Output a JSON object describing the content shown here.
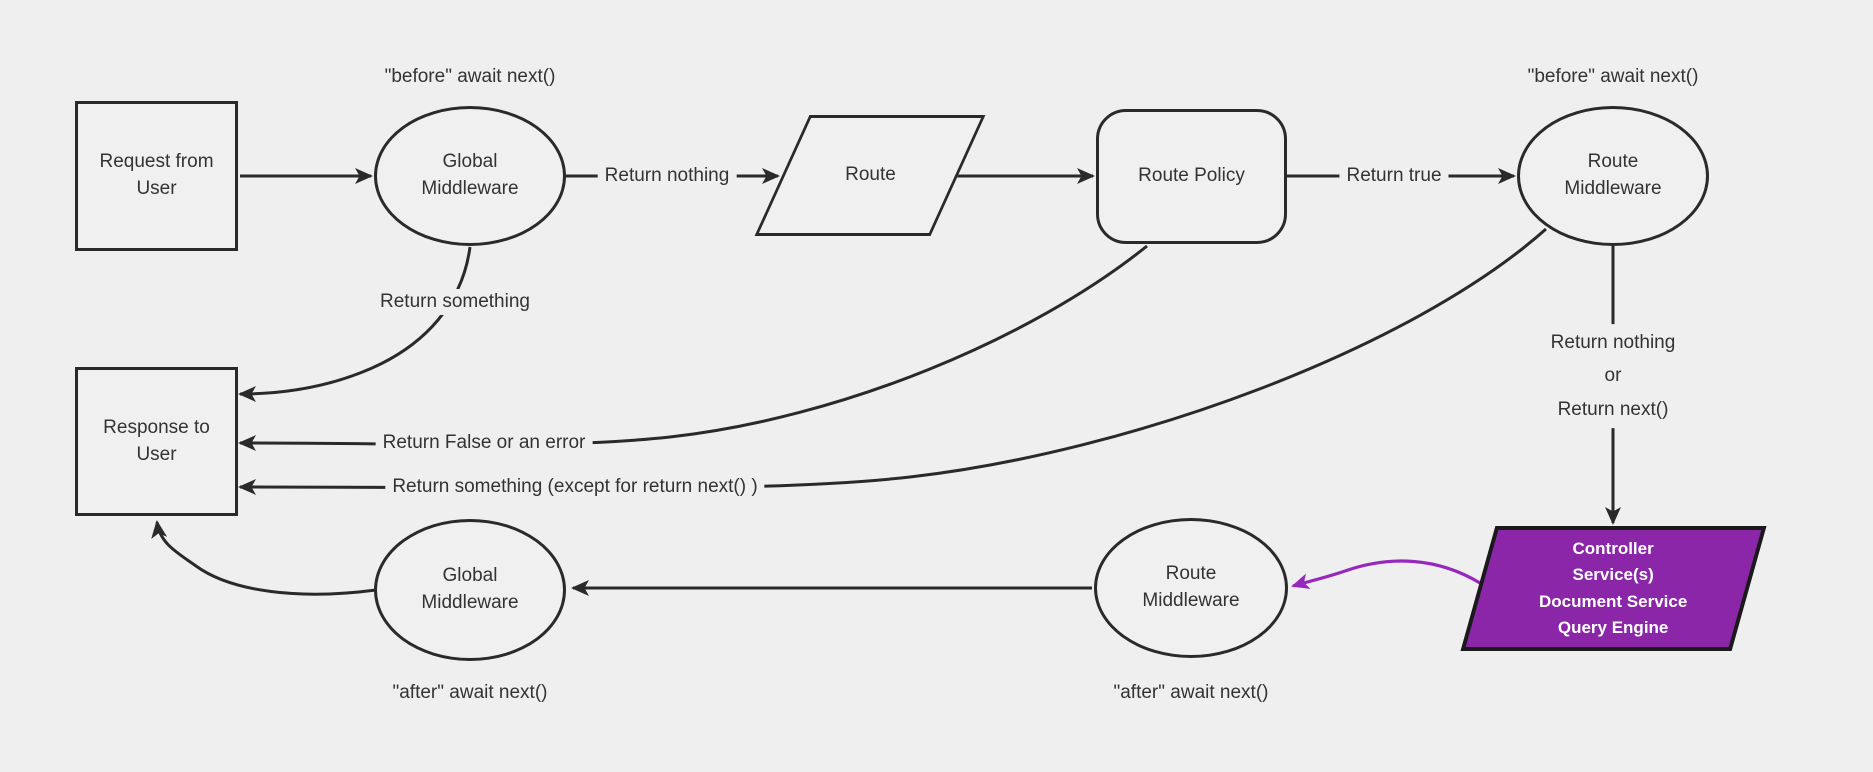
{
  "diagram": {
    "colors": {
      "background_color": "#efefef",
      "node_fill": "#f0f0f0",
      "line_color": "#2a2a2a",
      "text_color": "#333333",
      "purple_fill": "#8b26a8",
      "purple_border": "#1a1a1a",
      "purple_text": "#ffffff",
      "purple_arrow": "#9628be"
    },
    "nodes": {
      "request": {
        "label": "Request from User",
        "shape": "rectangle"
      },
      "global_middleware_top": {
        "label": "Global Middleware",
        "shape": "ellipse"
      },
      "route": {
        "label": "Route",
        "shape": "parallelogram"
      },
      "route_policy": {
        "label": "Route Policy",
        "shape": "rounded-rectangle"
      },
      "route_middleware_top": {
        "label": "Route Middleware",
        "shape": "ellipse"
      },
      "response": {
        "label": "Response to User",
        "shape": "rectangle"
      },
      "controller": {
        "lines": [
          "Controller",
          "Service(s)",
          "Document Service",
          "Query Engine"
        ],
        "shape": "parallelogram"
      },
      "route_middleware_bottom": {
        "label": "Route Middleware",
        "shape": "ellipse"
      },
      "global_middleware_bottom": {
        "label": "Global Middleware",
        "shape": "ellipse"
      }
    },
    "annotations": {
      "before_left": "\"before\" await next()",
      "before_right": "\"before\" await next()",
      "after_left": "\"after\" await next()",
      "after_right": "\"after\" await next()"
    },
    "edge_labels": {
      "return_nothing": "Return nothing",
      "return_true": "Return true",
      "return_something": "Return something",
      "return_false_or_error": "Return False or an error",
      "return_something_except": "Return something (except for return next() )",
      "return_nothing_or": [
        "Return nothing",
        "or",
        "Return next()"
      ]
    }
  }
}
